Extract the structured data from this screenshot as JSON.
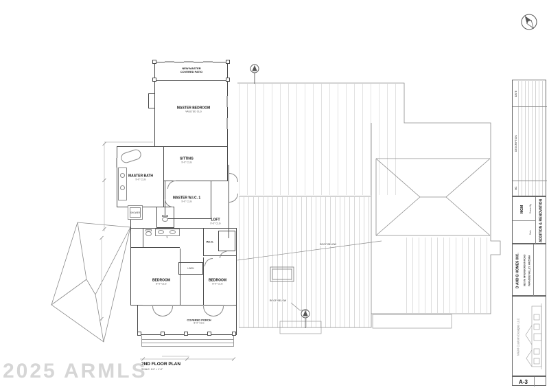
{
  "watermark": "2025 ARMLS",
  "plan": {
    "title": "2ND FLOOR PLAN",
    "scale": "SCALE: 1/4\" = 1'-0\"",
    "rooms": {
      "patio": {
        "line1": "NEW MASTER",
        "line2": "COVERED PATIO"
      },
      "master_bedroom": {
        "name": "MASTER BEDROOM",
        "sub": "VAULTED CLG"
      },
      "sitting": {
        "name": "SITTING",
        "sub": "9'-0\" CLG"
      },
      "master_bath": {
        "name": "MASTER BATH",
        "sub": "9'-0\" CLG"
      },
      "master_wic": {
        "name": "MASTER W.I.C. 1",
        "sub": "9'-0\" CLG"
      },
      "loft": {
        "name": "LOFT",
        "sub": "9'-0\" CLG"
      },
      "wic2": {
        "name": "W.I.C."
      },
      "linen": {
        "name": "LINEN"
      },
      "shower": {
        "name": "SHOWER"
      },
      "bedroom_left": {
        "name": "BEDROOM",
        "sub": "8'-0\" CLG"
      },
      "bedroom_right": {
        "name": "BEDROOM",
        "sub": "8'-0\" CLG"
      },
      "porch": {
        "name": "COVERED PORCH",
        "sub": "8'-0\" CLG"
      }
    },
    "annotations": {
      "roof_below_1": "ROOF BELOW",
      "roof_below_2": "ROOF BELOW"
    }
  },
  "titleblock": {
    "revisions": {
      "col_date": "DATE",
      "col_description": "DESCRIPTION",
      "col_no": "NO."
    },
    "project": {
      "title": "ADDITION & RENOVATION",
      "drawn_by_label": "Drawn By",
      "drawn_by": "MGM",
      "date_label": "Date"
    },
    "client": {
      "name": "D AND B HOMES INC.",
      "address1": "9819 N. INVERGORDON ROAD",
      "address2": "PARADISE VALLEY, ARIZONA"
    },
    "firm": {
      "name": "MGM Custom Designs LLC"
    },
    "sheet": {
      "number": "A-3"
    }
  }
}
